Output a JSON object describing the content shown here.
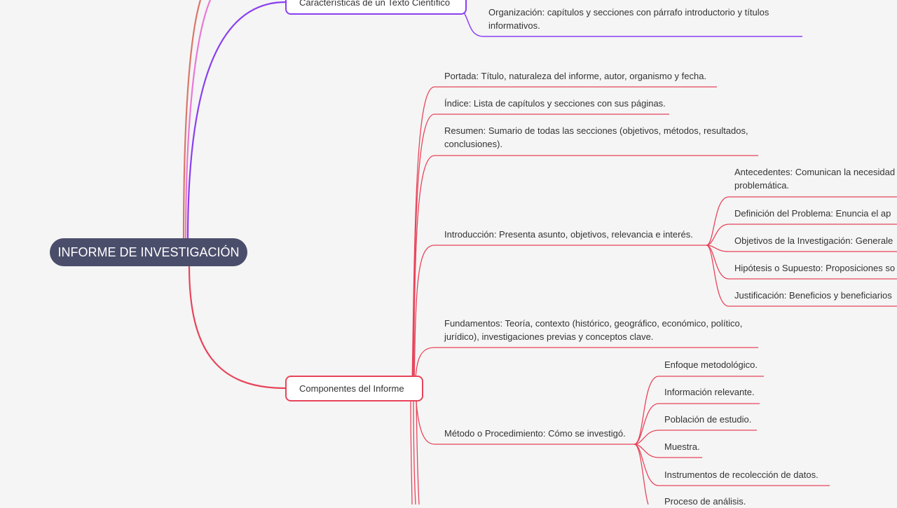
{
  "root": {
    "label": "INFORME DE INVESTIGACIÓN"
  },
  "colors": {
    "root_bg": "#4b4e6b",
    "branch_red": "#e8445a",
    "branch_purple": "#8a3ff0",
    "branch_pink": "#e879d6",
    "branch_brown": "#d9776b"
  },
  "caracteristicas": {
    "label": "Características de un Texto Científico",
    "children": [
      "Organización: capítulos y secciones con párrafo introductorio y títulos",
      "informativos."
    ]
  },
  "componentes": {
    "label": "Componentes del Informe",
    "portada": "Portada: Título, naturaleza del informe, autor, organismo y fecha.",
    "indice": "Índice: Lista de capítulos y secciones con sus páginas.",
    "resumen": [
      "Resumen: Sumario de todas las secciones (objetivos, métodos, resultados,",
      "conclusiones)."
    ],
    "introduccion": {
      "label": "Introducción: Presenta asunto, objetivos, relevancia e interés.",
      "antecedentes": [
        "Antecedentes: Comunican la necesidad",
        "problemática."
      ],
      "definicion": "Definición del Problema: Enuncia el ap",
      "objetivos": "Objetivos de la Investigación: Generale",
      "hipotesis": "Hipótesis o Supuesto: Proposiciones so",
      "justificacion": "Justificación: Beneficios y beneficiarios"
    },
    "fundamentos": [
      "Fundamentos: Teoría, contexto (histórico, geográfico, económico, político,",
      "jurídico), investigaciones previas y conceptos clave."
    ],
    "metodo": {
      "label": "Método o Procedimiento: Cómo se investigó.",
      "children": [
        "Enfoque metodológico.",
        "Información relevante.",
        "Población de estudio.",
        "Muestra.",
        "Instrumentos de recolección de datos.",
        "Proceso de análisis."
      ]
    }
  }
}
